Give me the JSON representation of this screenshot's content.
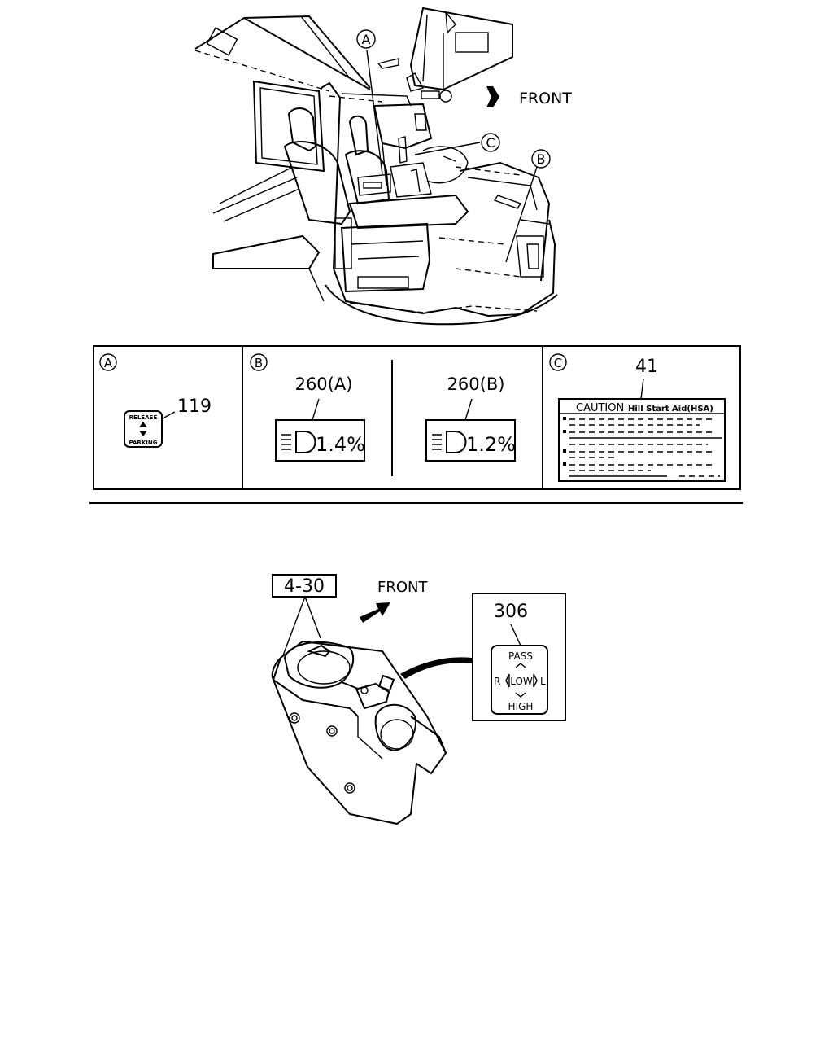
{
  "top_view": {
    "front_label": "FRONT",
    "callouts": {
      "a": "A",
      "b": "B",
      "c": "C"
    }
  },
  "table": {
    "cell_a": {
      "letter": "A",
      "part_no": "119",
      "label_top": "RELEASE",
      "label_bottom": "PARKING"
    },
    "cell_b": {
      "letter": "B",
      "items": [
        {
          "part_no": "260(A)",
          "value": "1.4%"
        },
        {
          "part_no": "260(B)",
          "value": "1.2%"
        }
      ]
    },
    "cell_c": {
      "letter": "C",
      "part_no": "41",
      "caution_title": "CAUTION",
      "caution_sub": "Hill Start Aid(HSA)"
    }
  },
  "bottom_view": {
    "ref_box": "4-30",
    "front_label": "FRONT",
    "detail": {
      "part_no": "306",
      "pass": "PASS",
      "left": "R",
      "low": "LOW",
      "right": "L",
      "high": "HIGH"
    }
  }
}
